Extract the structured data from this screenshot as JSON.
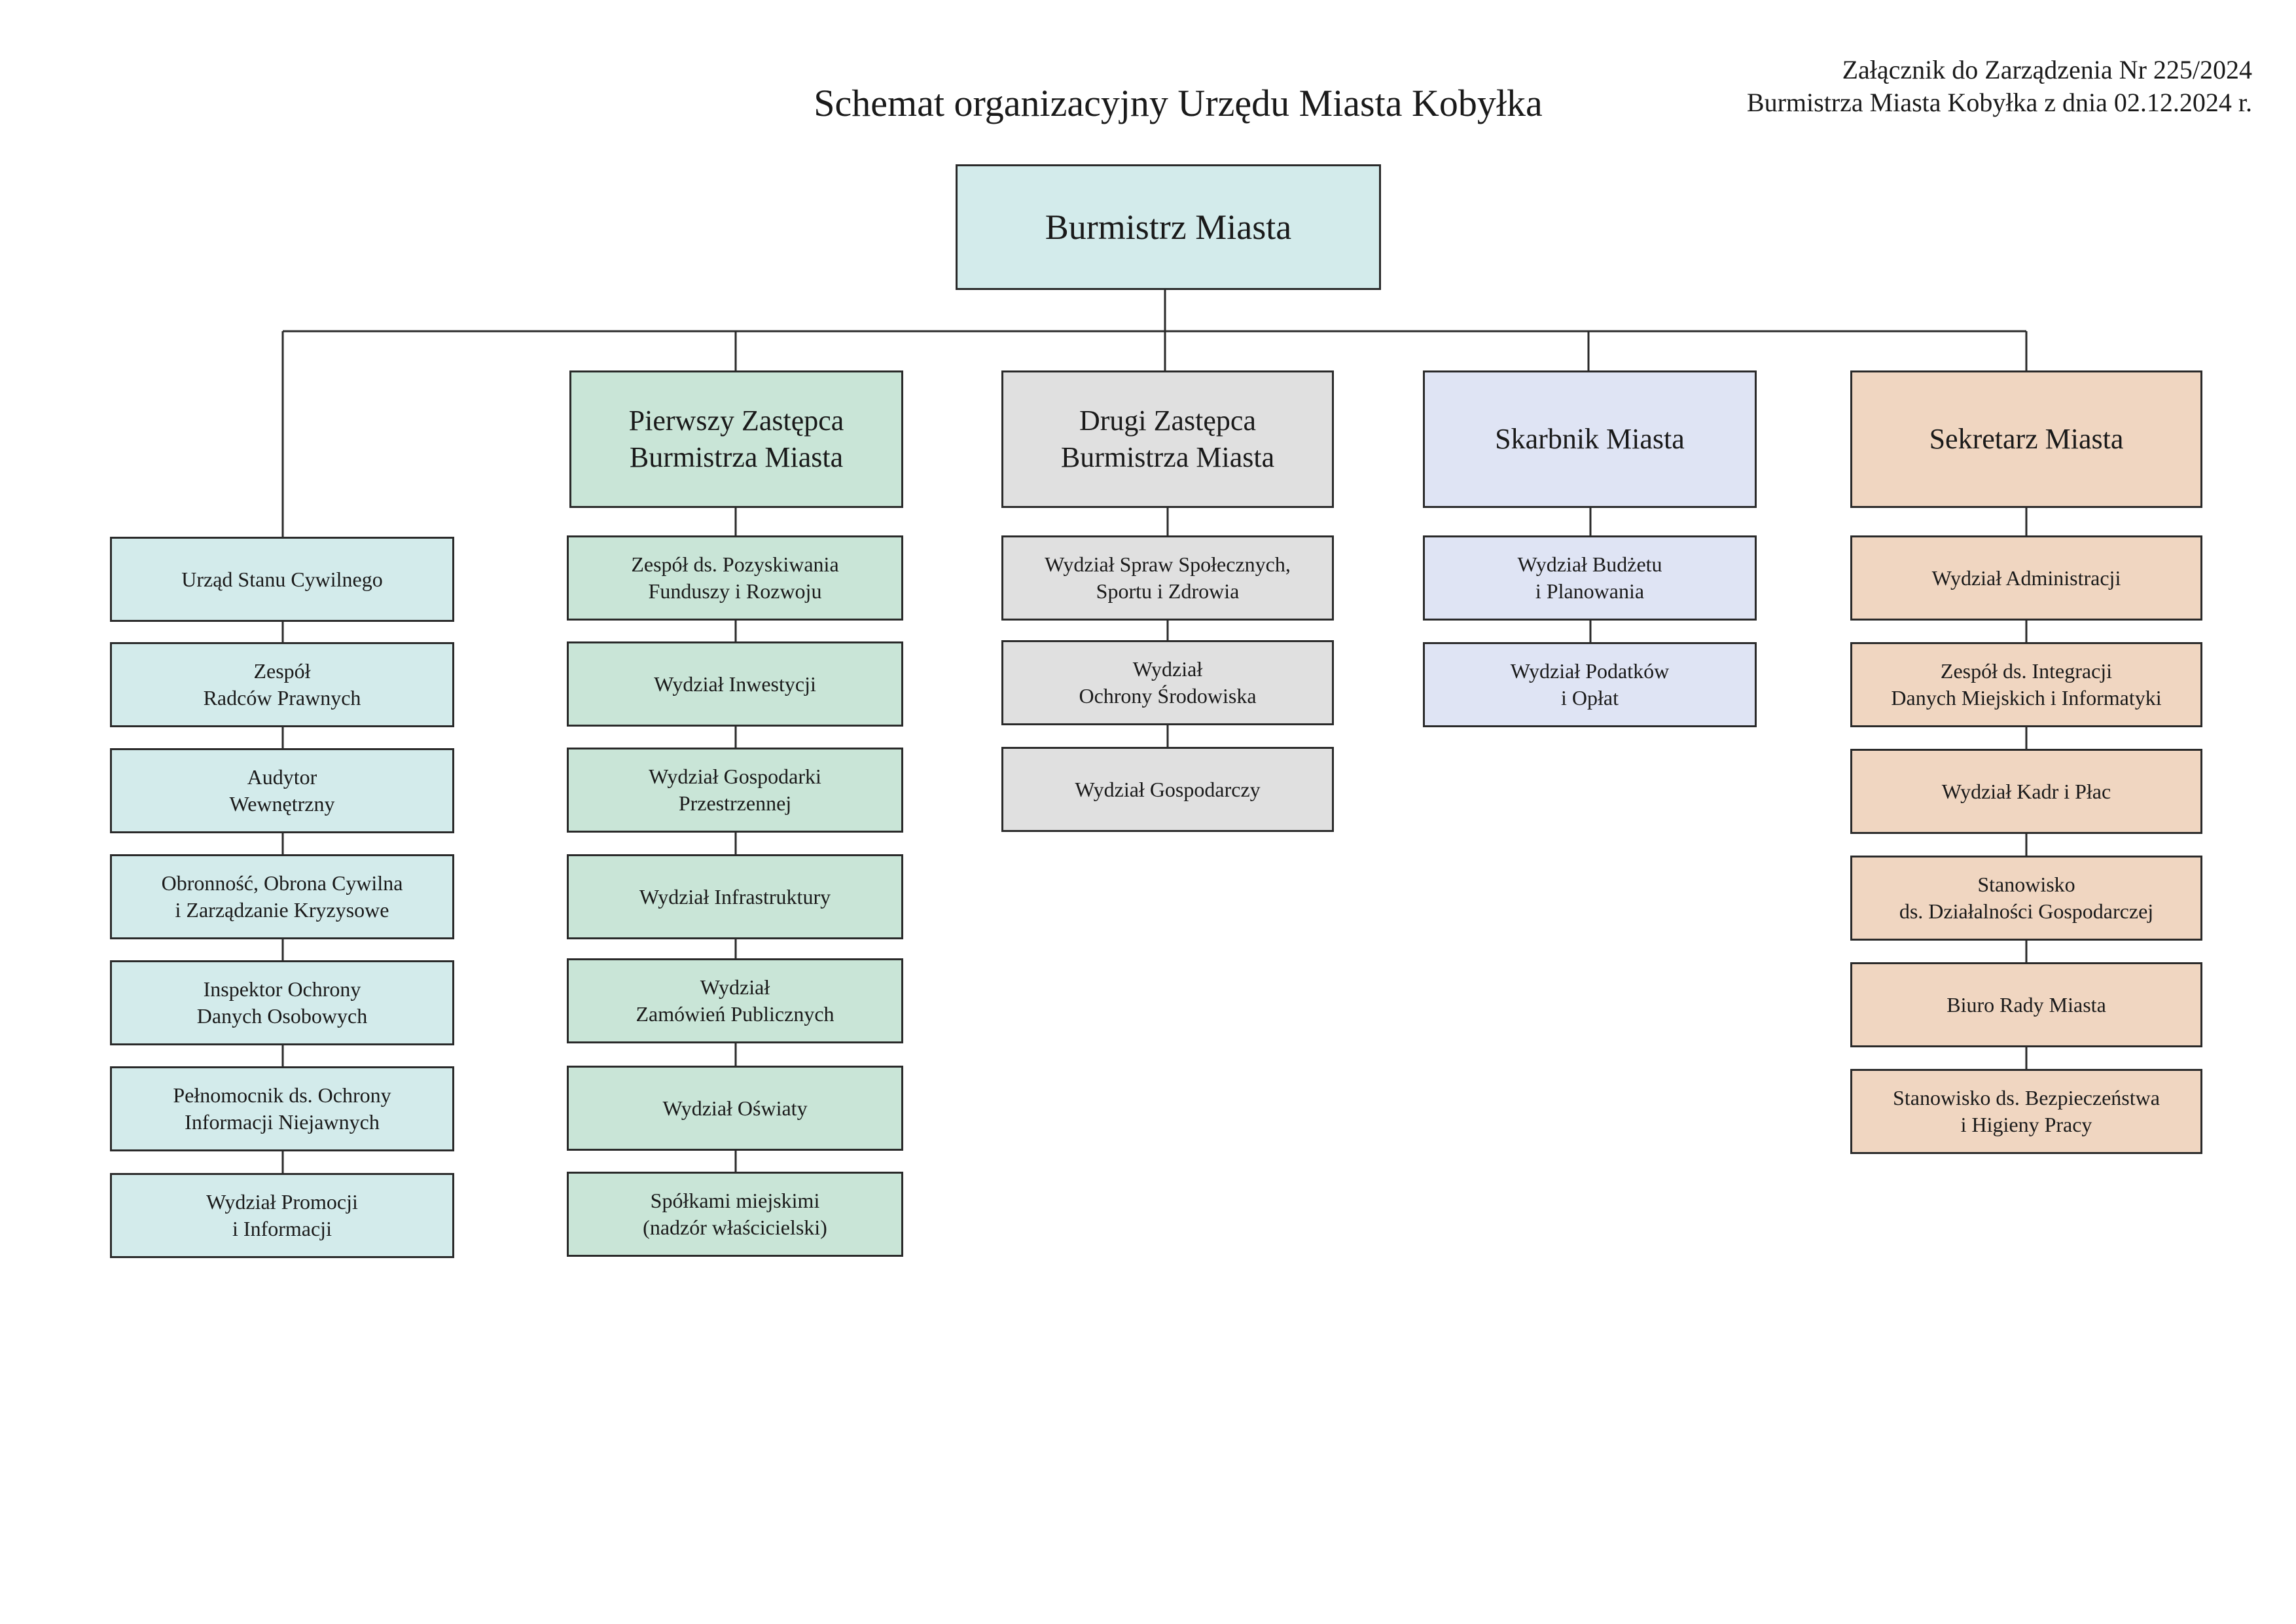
{
  "header": {
    "title": "Schemat organizacyjny Urzędu Miasta Kobyłka",
    "annex_line1": "Załącznik do Zarządzenia Nr 225/2024",
    "annex_line2": "Burmistrza Miasta Kobyłka z dnia 02.12.2024 r."
  },
  "chart": {
    "top": "Burmistrz Miasta",
    "columns": [
      {
        "head": "",
        "color": "#d3ebeb",
        "units": [
          "Urząd Stanu Cywilnego",
          "Zespół\nRadców Prawnych",
          "Audytor\nWewnętrzny",
          "Obronność, Obrona Cywilna\ni Zarządzanie Kryzysowe",
          "Inspektor Ochrony\nDanych Osobowych",
          "Pełnomocnik ds. Ochrony\nInformacji Niejawnych",
          "Wydział Promocji\ni Informacji"
        ]
      },
      {
        "head": "Pierwszy Zastępca\nBurmistrza Miasta",
        "color": "#c9e5d7",
        "units": [
          "Zespół ds. Pozyskiwania\nFunduszy i Rozwoju",
          "Wydział Inwestycji",
          "Wydział Gospodarki\nPrzestrzennej",
          "Wydział Infrastruktury",
          "Wydział\nZamówień Publicznych",
          "Wydział Oświaty",
          "Spółkami miejskimi\n(nadzór właścicielski)"
        ]
      },
      {
        "head": "Drugi Zastępca\nBurmistrza Miasta",
        "color": "#e0e0e0",
        "units": [
          "Wydział Spraw Społecznych,\nSportu i Zdrowia",
          "Wydział\nOchrony Środowiska",
          "Wydział Gospodarczy"
        ]
      },
      {
        "head": "Skarbnik Miasta",
        "color": "#dfe4f4",
        "units": [
          "Wydział Budżetu\ni Planowania",
          "Wydział Podatków\ni Opłat"
        ]
      },
      {
        "head": "Sekretarz Miasta",
        "color": "#f0d6c1",
        "units": [
          "Wydział Administracji",
          "Zespół ds. Integracji\nDanych Miejskich i Informatyki",
          "Wydział Kadr i Płac",
          "Stanowisko\nds. Działalności Gospodarczej",
          "Biuro Rady Miasta",
          "Stanowisko ds. Bezpieczeństwa\ni Higieny Pracy"
        ]
      }
    ]
  }
}
